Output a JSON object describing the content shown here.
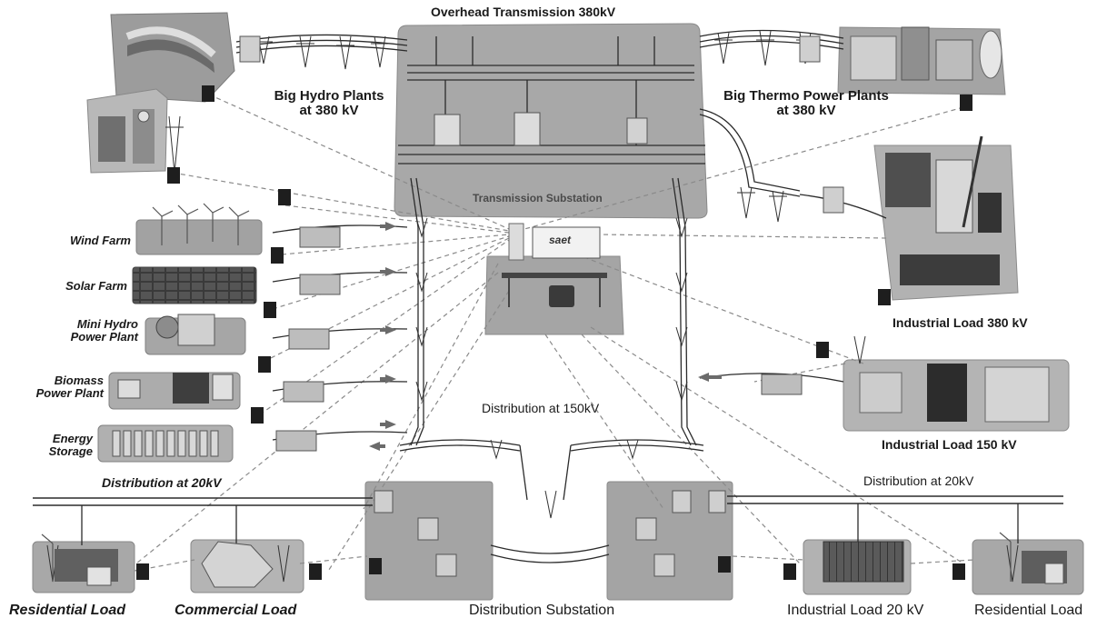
{
  "title": "Overhead Transmission 380kV",
  "labels": {
    "big_hydro_line1": "Big Hydro Plants",
    "big_hydro_line2": "at 380 kV",
    "big_thermo_line1": "Big Thermo Power Plants",
    "big_thermo_line2": "at 380 kV",
    "transmission_substation": "Transmission Substation",
    "wind_farm": "Wind Farm",
    "solar_farm": "Solar Farm",
    "mini_hydro_line1": "Mini Hydro",
    "mini_hydro_line2": "Power Plant",
    "biomass_line1": "Biomass",
    "biomass_line2": "Power Plant",
    "energy_storage_line1": "Energy",
    "energy_storage_line2": "Storage",
    "industrial_380": "Industrial Load 380 kV",
    "industrial_150": "Industrial Load 150 kV",
    "distribution_150": "Distribution at 150kV",
    "distribution_20_left": "Distribution at 20kV",
    "distribution_20_right": "Distribution at 20kV",
    "residential_left": "Residential Load",
    "commercial": "Commercial Load",
    "distribution_substation": "Distribution Substation",
    "industrial_20": "Industrial Load 20 kV",
    "residential_right": "Residential Load",
    "control_logo": "saet"
  },
  "colors": {
    "platform": "#a9a9a9",
    "platform_light": "#c4c4c4",
    "line": "#2b2b2b",
    "dashed": "#8a8a8a",
    "text": "#1a1a1a",
    "arrow": "#6b6b6b"
  }
}
